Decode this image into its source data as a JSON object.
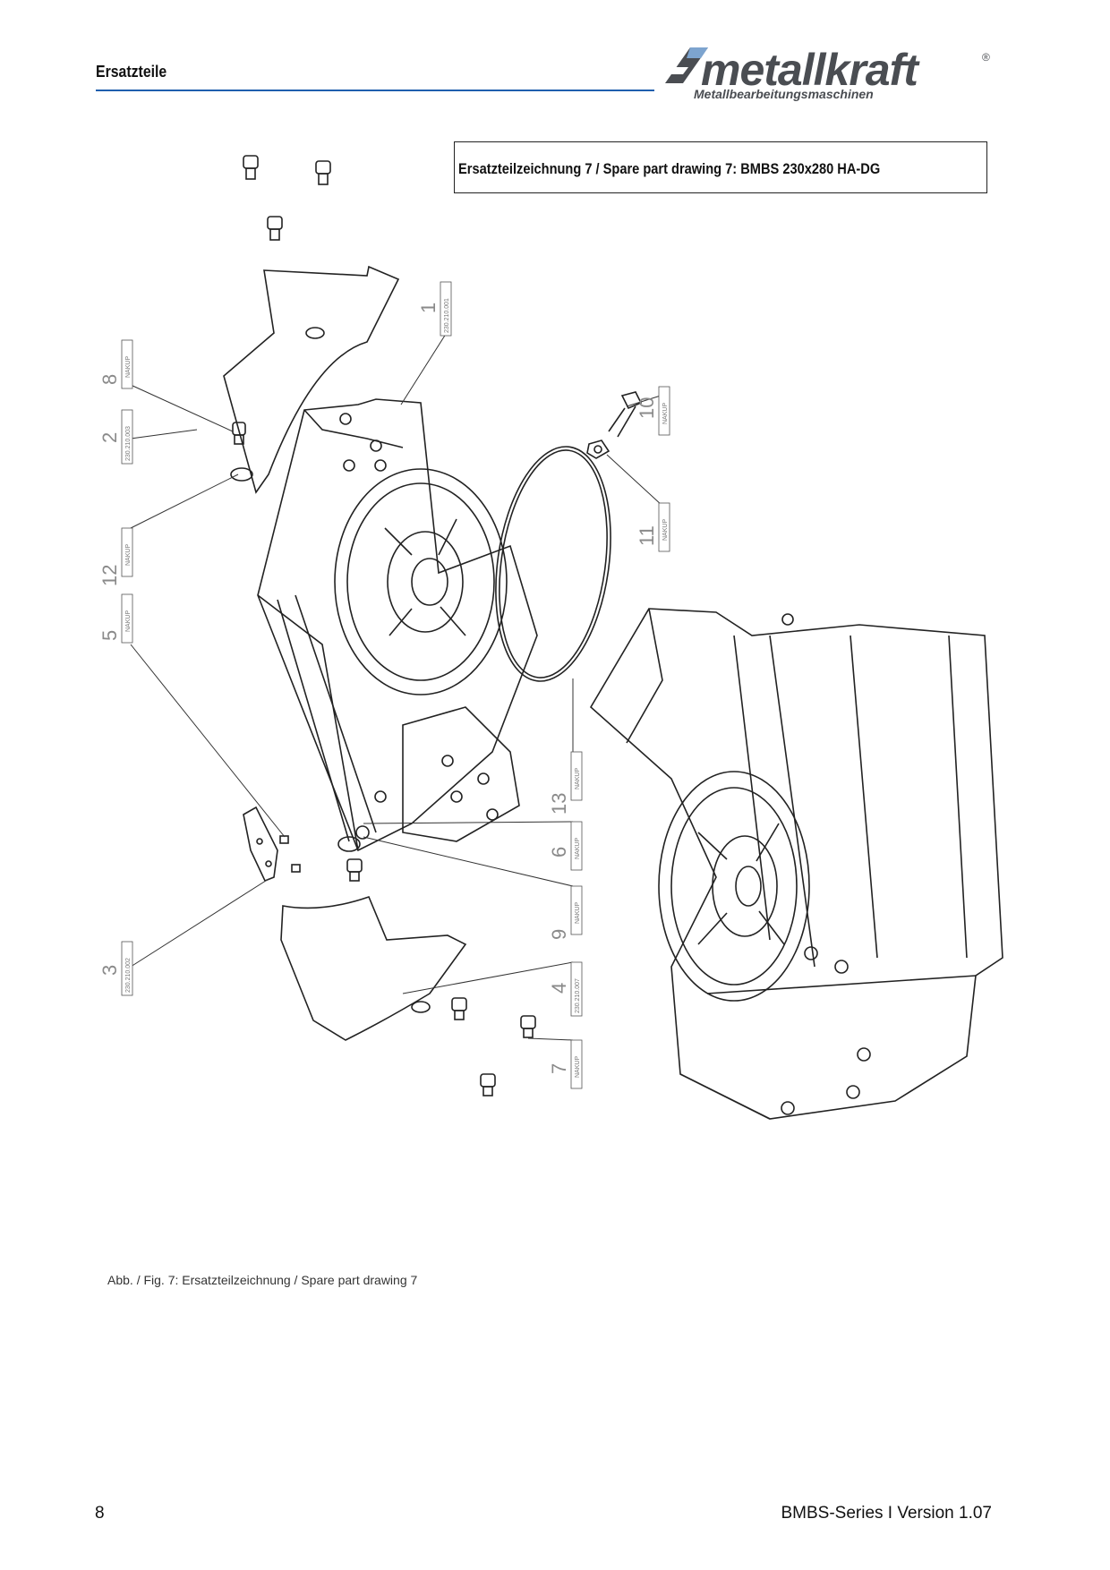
{
  "header": {
    "section_title": "Ersatzteile",
    "logo_word": "metallkraft",
    "logo_reg": "®",
    "logo_subtitle": "Metallbearbeitungsmaschinen"
  },
  "title_box": {
    "text": "Ersatzteilzeichnung 7 /  Spare part drawing 7: BMBS 230x280 HA-DG"
  },
  "callouts": [
    {
      "num": "1",
      "code": "230.210.001"
    },
    {
      "num": "2",
      "code": "230.210.003"
    },
    {
      "num": "3",
      "code": "230.210.002"
    },
    {
      "num": "4",
      "code": "230.210.007"
    },
    {
      "num": "5",
      "code": "NAKUP"
    },
    {
      "num": "6",
      "code": "NAKUP"
    },
    {
      "num": "7",
      "code": "NAKUP"
    },
    {
      "num": "8",
      "code": "NAKUP"
    },
    {
      "num": "9",
      "code": "NAKUP"
    },
    {
      "num": "10",
      "code": "NAKUP"
    },
    {
      "num": "11",
      "code": "NAKUP"
    },
    {
      "num": "12",
      "code": "NAKUP"
    },
    {
      "num": "13",
      "code": "NAKUP"
    }
  ],
  "caption": "Abb. / Fig. 7: Ersatzteilzeichnung / Spare part drawing 7",
  "footer": {
    "page_number": "8",
    "series_version": "BMBS-Series I Version 1.07"
  },
  "colors": {
    "rule": "#1f5fae",
    "logo": "#4a4d52"
  }
}
